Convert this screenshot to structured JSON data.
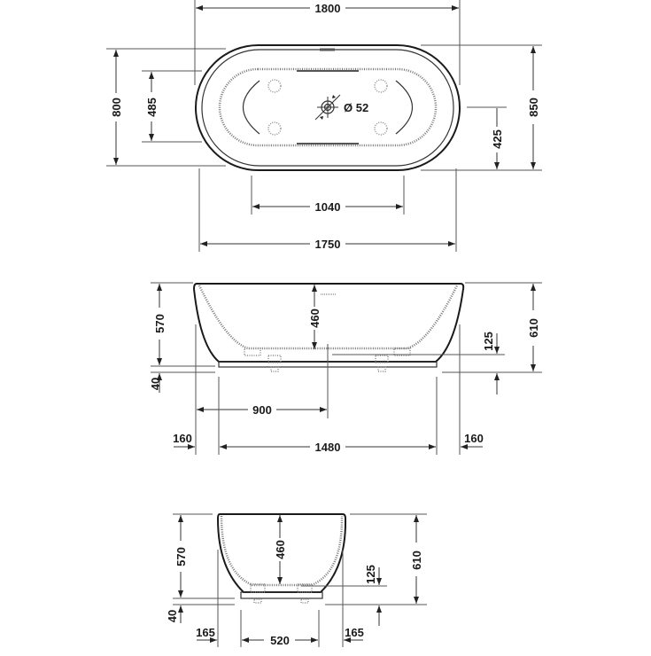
{
  "drawing": {
    "type": "technical-dimension-drawing",
    "subject": "freestanding oval bathtub",
    "units": "mm"
  },
  "top_view": {
    "overall_length": "1800",
    "base_length": "1750",
    "inner_length": "1040",
    "overall_width": "800",
    "inner_width": "485",
    "total_width": "850",
    "drain_offset": "425",
    "drain_diameter": "Ø 52"
  },
  "side_view": {
    "height_rim": "570",
    "inner_depth": "460",
    "total_height": "610",
    "base_height": "40",
    "drain_height": "125",
    "drain_position": "900",
    "base_length": "1480",
    "left_overhang": "160",
    "right_overhang": "160"
  },
  "end_view": {
    "height_rim": "570",
    "inner_depth": "460",
    "total_height": "610",
    "base_height": "40",
    "drain_height": "125",
    "base_width": "520",
    "left_overhang": "165",
    "right_overhang": "165"
  }
}
